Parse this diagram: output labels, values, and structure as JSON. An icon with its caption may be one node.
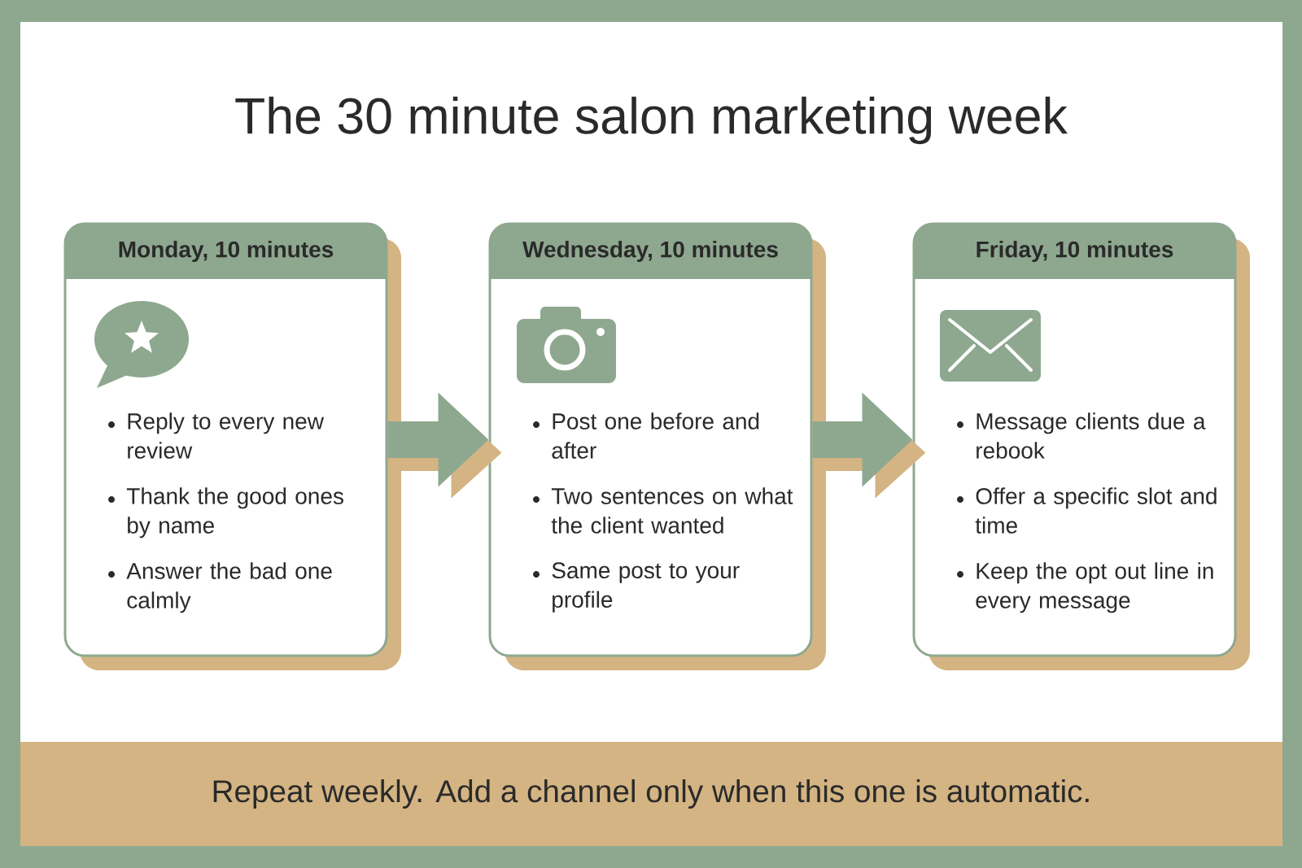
{
  "diagram": {
    "title": "The 30 minute salon marketing week",
    "nodes": [
      {
        "text": [
          "Monday, 10 minutes",
          "Reply to every new review",
          "Thank the good ones by name",
          "Answer the bad one calmly"
        ]
      },
      {
        "text": [
          "Wednesday, 10 minutes",
          "Post one before and after",
          "Two sentences on what the client wanted",
          "Same post to your profile"
        ]
      },
      {
        "text": [
          "Friday, 10 minutes",
          "Message clients due a rebook",
          "Offer a specific slot and time",
          "Keep the opt out line in every message"
        ]
      },
      {
        "text": [
          "Repeat weekly. Add a channel only when this one is automatic."
        ]
      }
    ],
    "edges": [
      {
        "from": 0,
        "to": 1,
        "arrow": "to"
      },
      {
        "from": 1,
        "to": 2,
        "arrow": "to"
      }
    ]
  }
}
